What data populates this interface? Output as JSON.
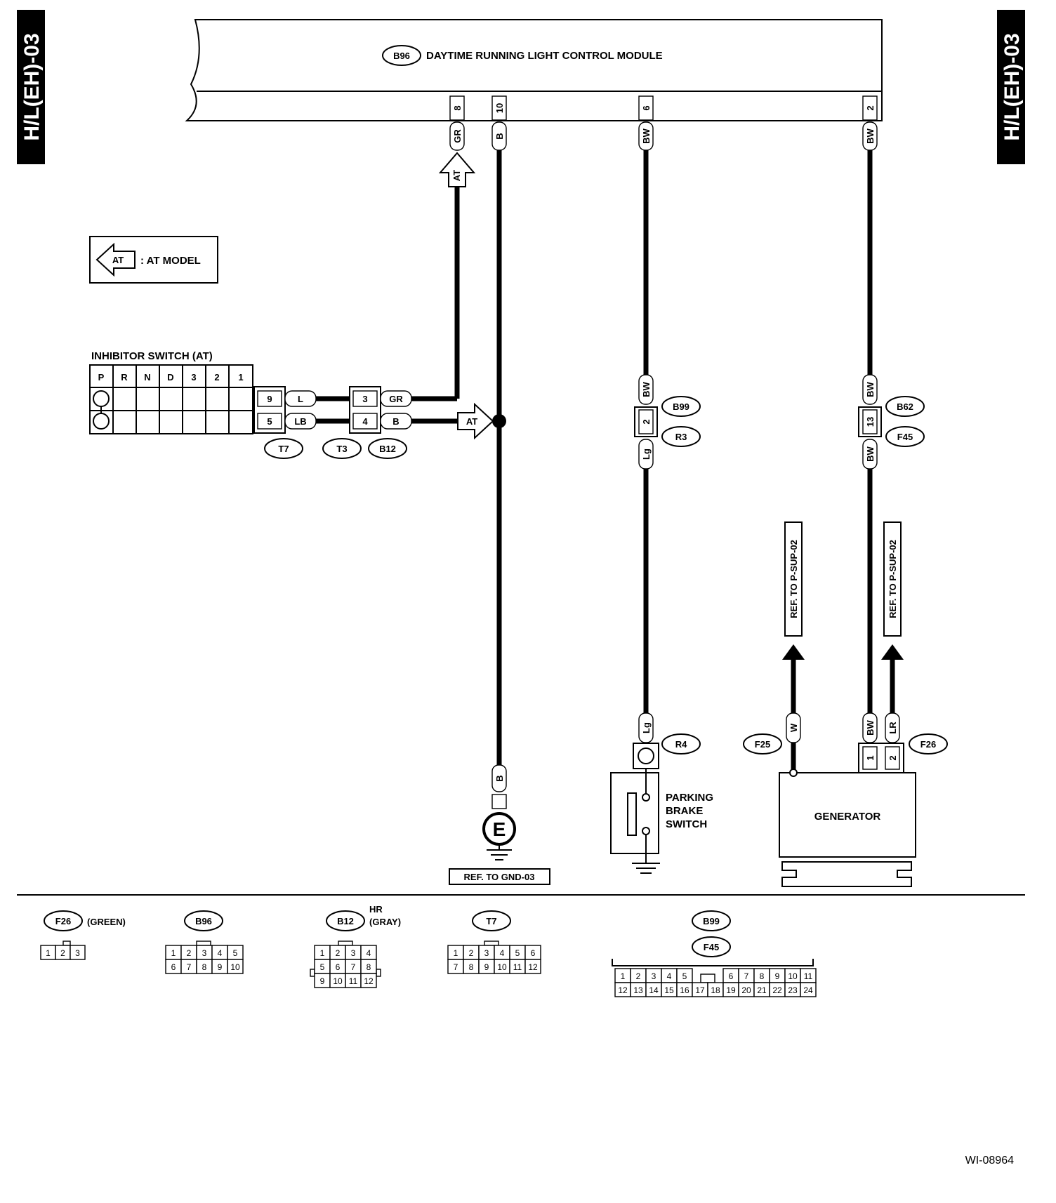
{
  "page": {
    "tab_left": "H/L(EH)-03",
    "tab_right": "H/L(EH)-03",
    "figure_id": "WI-08964"
  },
  "module": {
    "connector": "B96",
    "title": "DAYTIME RUNNING LIGHT CONTROL MODULE",
    "pins": [
      "8",
      "10",
      "6",
      "2"
    ],
    "wire_colors": [
      "GR",
      "B",
      "BW",
      "BW"
    ]
  },
  "legend": {
    "symbol": "AT",
    "text": ": AT MODEL"
  },
  "inhibitor": {
    "title": "INHIBITOR SWITCH (AT)",
    "positions": [
      "P",
      "R",
      "N",
      "D",
      "3",
      "2",
      "1"
    ],
    "t7_pins": [
      "9",
      "5"
    ],
    "t7_colors": [
      "L",
      "LB"
    ],
    "b12_pins": [
      "3",
      "4"
    ],
    "b12_colors": [
      "GR",
      "B"
    ],
    "connectors": [
      "T7",
      "T3",
      "B12"
    ],
    "at_tag": "AT"
  },
  "ground": {
    "wire_color": "B",
    "symbol": "E",
    "ref": "REF. TO GND-03"
  },
  "parking_brake": {
    "top_color": "BW",
    "pin": "2",
    "bottom_color": "Lg",
    "conn_a": "B99",
    "conn_b": "R3",
    "r4_color": "Lg",
    "r4": "R4",
    "label": [
      "PARKING",
      "BRAKE",
      "SWITCH"
    ]
  },
  "generator": {
    "top_color": "BW",
    "pin": "13",
    "bottom_color": "BW",
    "conn_a": "B62",
    "conn_b": "F45",
    "ref_a": "REF. TO P-SUP-02",
    "ref_b": "REF. TO P-SUP-02",
    "w_color": "W",
    "f25": "F25",
    "bw_color": "BW",
    "lr_color": "LR",
    "f26": "F26",
    "pins": [
      "1",
      "2"
    ],
    "label": "GENERATOR"
  },
  "connector_views": {
    "f26": {
      "id": "F26",
      "color": "(GREEN)",
      "rows": [
        [
          "1",
          "2",
          "3"
        ]
      ]
    },
    "b96": {
      "id": "B96",
      "rows": [
        [
          "1",
          "2",
          "3",
          "4",
          "5"
        ],
        [
          "6",
          "7",
          "8",
          "9",
          "10"
        ]
      ]
    },
    "b12": {
      "id": "B12",
      "extra": "HR",
      "color": "(GRAY)",
      "rows": [
        [
          "1",
          "2",
          "3",
          "4"
        ],
        [
          "5",
          "6",
          "7",
          "8"
        ],
        [
          "9",
          "10",
          "11",
          "12"
        ]
      ]
    },
    "t7": {
      "id": "T7",
      "rows": [
        [
          "1",
          "2",
          "3",
          "4",
          "5",
          "6"
        ],
        [
          "7",
          "8",
          "9",
          "10",
          "11",
          "12"
        ]
      ]
    },
    "b99f45": {
      "ids": [
        "B99",
        "F45"
      ],
      "top_left": [
        "1",
        "2",
        "3",
        "4",
        "5"
      ],
      "top_right": [
        "6",
        "7",
        "8",
        "9",
        "10",
        "11"
      ],
      "bottom": [
        "12",
        "13",
        "14",
        "15",
        "16",
        "17",
        "18",
        "19",
        "20",
        "21",
        "22",
        "23",
        "24"
      ]
    }
  }
}
